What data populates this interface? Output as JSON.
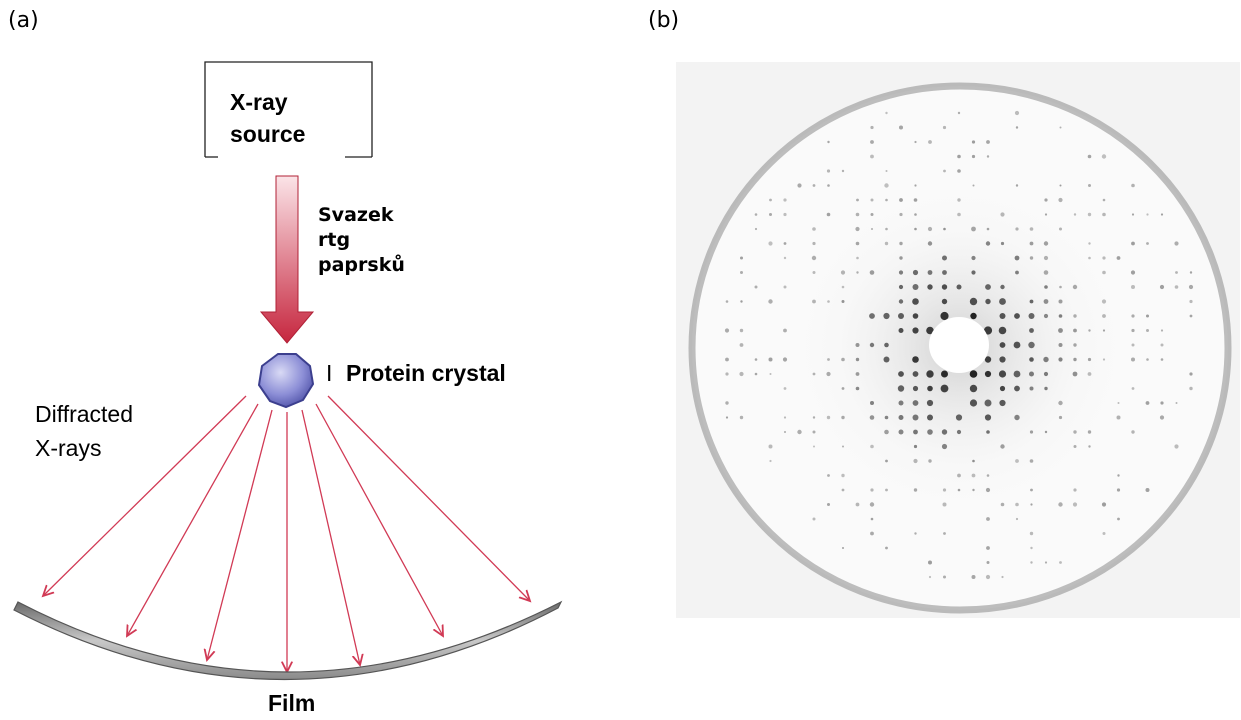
{
  "panels": {
    "a": "(a)",
    "b": "(b)"
  },
  "diagram": {
    "source_label": "X-ray\nsource",
    "beam_label": "Svazek\nrtg\npaprsků",
    "crystal_label": "Protein crystal",
    "crystal_tick": "I",
    "diffracted_label": "Diffracted\nX-rays",
    "film_label": "Film"
  },
  "colors": {
    "beam_top": "#f8d3d9",
    "beam_bottom": "#c6263e",
    "ray": "#d13a55",
    "crystal": "#8c8ed6",
    "film": "#8a8a8a"
  },
  "pattern": {
    "description_icon": "diffraction-pattern"
  }
}
